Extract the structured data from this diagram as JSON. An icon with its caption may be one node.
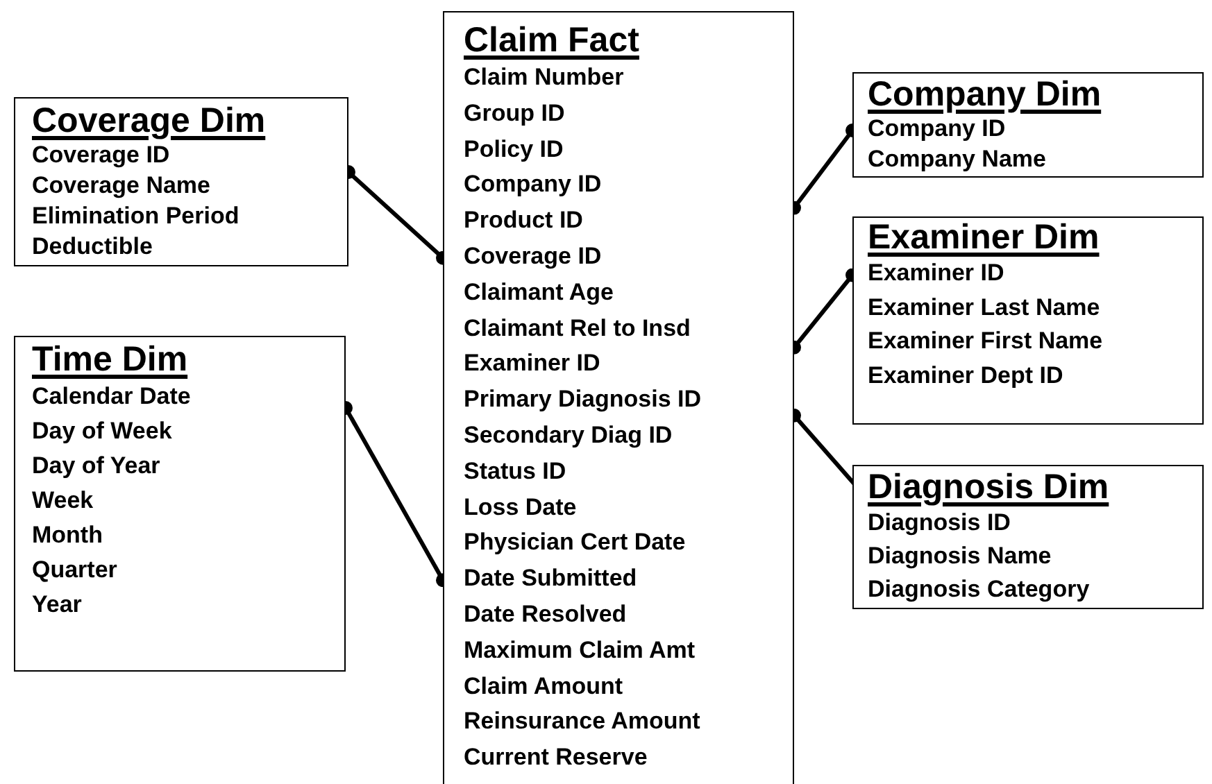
{
  "diagram": {
    "nodes": [
      {
        "text": [
          "Coverage Dim",
          "Coverage ID",
          "Coverage Name",
          "Elimination Period",
          "Deductible"
        ]
      },
      {
        "text": [
          "Time Dim",
          "Calendar Date",
          "Day of Week",
          "Day of Year",
          "Week",
          "Month",
          "Quarter",
          "Year"
        ]
      },
      {
        "text": [
          "Claim Fact",
          "Claim Number",
          "Group ID",
          "Policy ID",
          "Company ID",
          "Product ID",
          "Coverage ID",
          "Claimant Age",
          "Claimant Rel to Insd",
          "Examiner ID",
          "Primary Diagnosis ID",
          "Secondary Diag ID",
          "Status ID",
          "Loss Date",
          "Physician Cert Date",
          "Date Submitted",
          "Date Resolved",
          "Maximum Claim Amt",
          "Claim Amount",
          "Reinsurance Amount",
          "Current Reserve"
        ]
      },
      {
        "text": [
          "Company Dim",
          "Company ID",
          "Company Name"
        ]
      },
      {
        "text": [
          "Examiner Dim",
          "Examiner ID",
          "Examiner Last Name",
          "Examiner First Name",
          "Examiner Dept ID"
        ]
      },
      {
        "text": [
          "Diagnosis Dim",
          "Diagnosis ID",
          "Diagnosis Name",
          "Diagnosis Category"
        ]
      }
    ],
    "edges": [
      {
        "from": 0,
        "to": 2,
        "arrow": "other"
      },
      {
        "from": 1,
        "to": 2,
        "arrow": "other"
      },
      {
        "from": 2,
        "to": 3,
        "arrow": "other"
      },
      {
        "from": 2,
        "to": 4,
        "arrow": "other"
      },
      {
        "from": 2,
        "to": 5,
        "arrow": "other"
      }
    ]
  }
}
